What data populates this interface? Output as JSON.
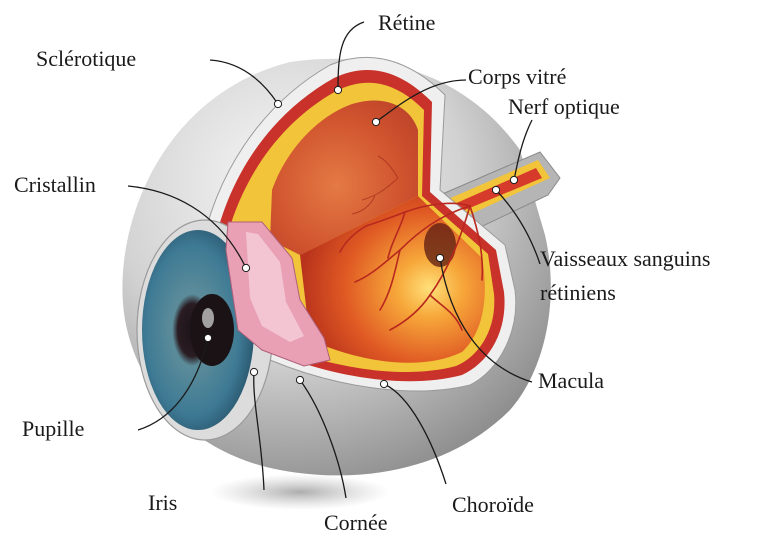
{
  "labels": {
    "sclerotique": "Sclérotique",
    "retine": "Rétine",
    "corps_vitre": "Corps vitré",
    "nerf_optique": "Nerf optique",
    "cristallin": "Cristallin",
    "vaisseaux_line1": "Vaisseaux sanguins",
    "vaisseaux_line2": "rétiniens",
    "macula": "Macula",
    "pupille": "Pupille",
    "iris": "Iris",
    "cornee": "Cornée",
    "choroide": "Choroïde"
  },
  "colors": {
    "sclera_gray": "#c9c9c9",
    "choroid_red": "#c8322a",
    "retina_yellow": "#f2c43a",
    "vitreous_orange": "#f08a2c",
    "iris_blue": "#3f7f9a",
    "lens_pink": "#e9a0b4"
  }
}
